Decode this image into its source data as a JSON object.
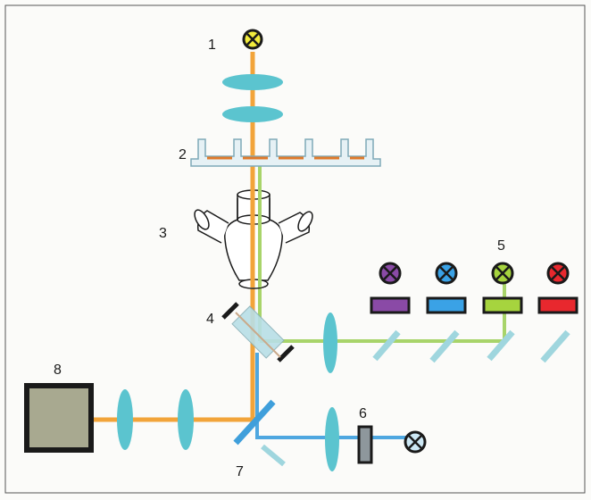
{
  "labels": {
    "l1": "1",
    "l2": "2",
    "l3": "3",
    "l4": "4",
    "l5": "5",
    "l6": "6",
    "l7": "7",
    "l8": "8"
  },
  "colors": {
    "orange_beam": "#f2a43a",
    "green_beam": "#a8d46a",
    "blue_beam": "#4ea7e0",
    "lens": "#5bc4cf",
    "yellow_lamp": "#f2ec3c",
    "purple_lamp": "#8a4aa6",
    "blue_lamp": "#3aa2e6",
    "green_lamp": "#a6d43e",
    "red_lamp": "#e8282e",
    "detector": "#a8a990",
    "filter": "#8e979c"
  },
  "icons": [
    "lamp-icon",
    "lens-icon",
    "mirror-icon",
    "microscope-icon",
    "camera-icon",
    "filter-icon"
  ]
}
